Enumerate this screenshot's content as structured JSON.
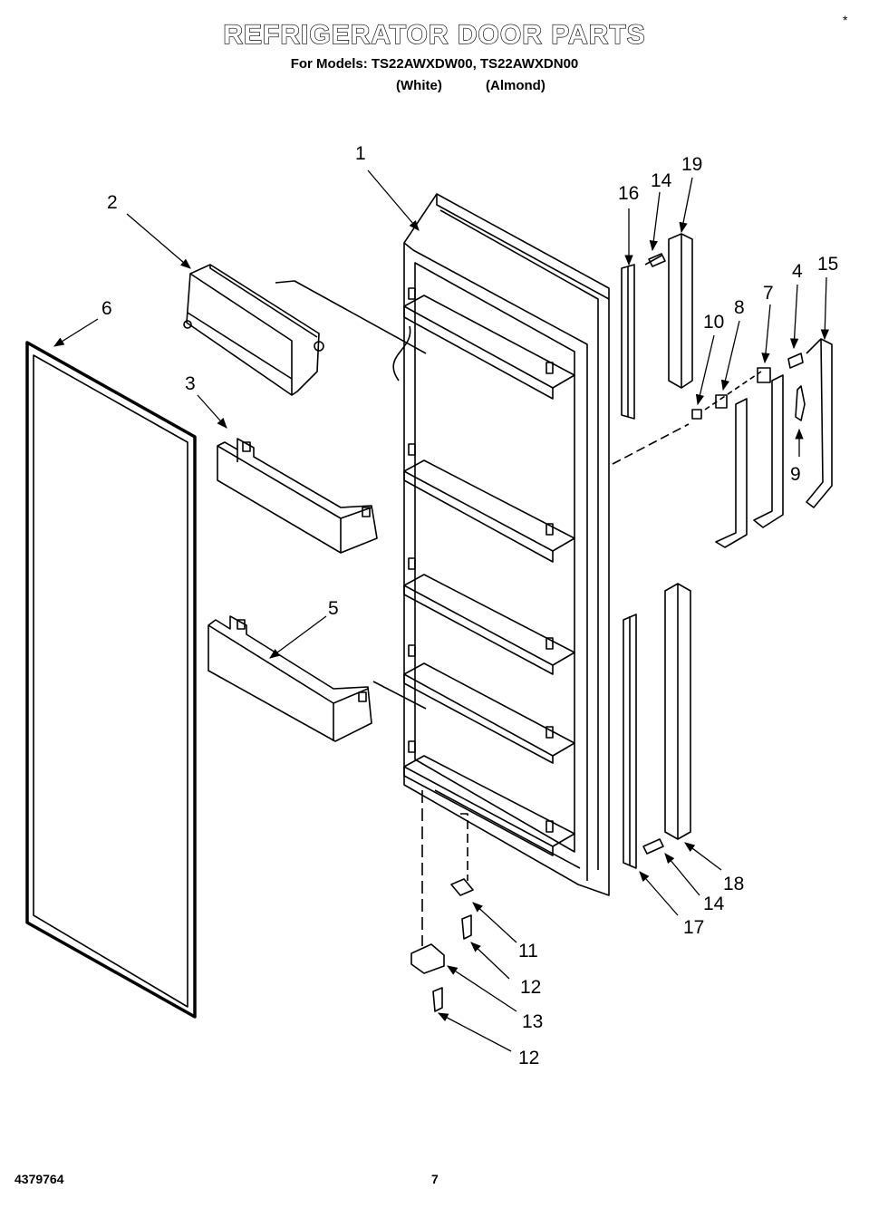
{
  "header": {
    "title": "REFRIGERATOR DOOR PARTS",
    "subtitle": "For Models: TS22AWXDW00, TS22AWXDN00",
    "variants": [
      "(White)",
      "(Almond)"
    ],
    "corner_mark": "*"
  },
  "footer": {
    "part_number": "4379764",
    "page_number": "7"
  },
  "callouts": [
    {
      "id": "c1",
      "label": "1"
    },
    {
      "id": "c2",
      "label": "2"
    },
    {
      "id": "c3",
      "label": "3"
    },
    {
      "id": "c4",
      "label": "4"
    },
    {
      "id": "c5",
      "label": "5"
    },
    {
      "id": "c6",
      "label": "6"
    },
    {
      "id": "c7",
      "label": "7"
    },
    {
      "id": "c8",
      "label": "8"
    },
    {
      "id": "c9",
      "label": "9"
    },
    {
      "id": "c10",
      "label": "10"
    },
    {
      "id": "c11",
      "label": "11"
    },
    {
      "id": "c12a",
      "label": "12"
    },
    {
      "id": "c12b",
      "label": "12"
    },
    {
      "id": "c13",
      "label": "13"
    },
    {
      "id": "c14a",
      "label": "14"
    },
    {
      "id": "c14b",
      "label": "14"
    },
    {
      "id": "c15",
      "label": "15"
    },
    {
      "id": "c16",
      "label": "16"
    },
    {
      "id": "c17",
      "label": "17"
    },
    {
      "id": "c18",
      "label": "18"
    },
    {
      "id": "c19",
      "label": "19"
    }
  ]
}
